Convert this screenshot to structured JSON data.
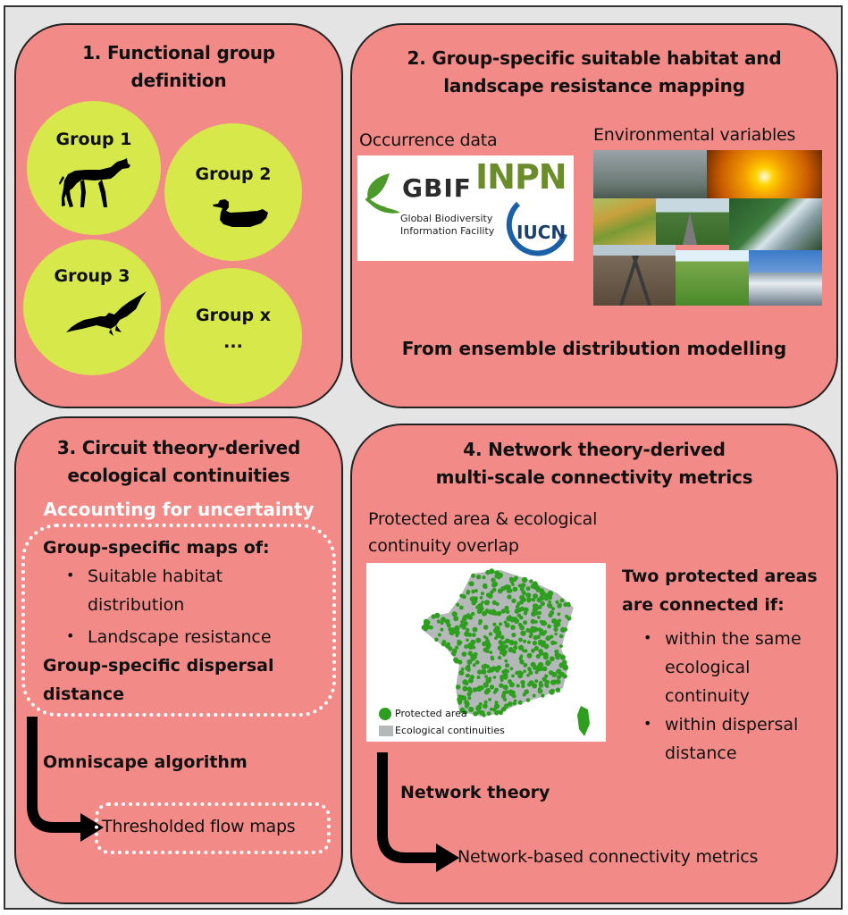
{
  "panel1": {
    "title_line1": "1. Functional group",
    "title_line2": "definition",
    "groups": [
      "Group 1",
      "Group 2",
      "Group 3",
      "Group x"
    ],
    "group_x_ellipsis": "..."
  },
  "panel2": {
    "title_line1": "2. Group-specific suitable habitat and",
    "title_line2": "landscape resistance mapping",
    "occurrence_label": "Occurrence data",
    "env_label": "Environmental variables",
    "logos": {
      "gbif": "GBIF",
      "gbif_sub1": "Global Biodiversity",
      "gbif_sub2": "Information Facility",
      "inpn": "INPN",
      "iucn": "IUCN"
    },
    "footer": "From ensemble distribution modelling"
  },
  "panel3": {
    "title_line1": "3. Circuit theory-derived",
    "title_line2": "ecological continuities",
    "uncertainty": "Accounting for uncertainty",
    "maps_of": "Group-specific maps of:",
    "bullet1_line1": "Suitable habitat",
    "bullet1_line2": "distribution",
    "bullet2": "Landscape resistance",
    "dispersal_line1": "Group-specific dispersal",
    "dispersal_line2": "distance",
    "algorithm": "Omniscape algorithm",
    "output": "Thresholded flow maps"
  },
  "panel4": {
    "title_line1": "4. Network theory-derived",
    "title_line2": "multi-scale connectivity metrics",
    "overlap_line1": "Protected area & ecological",
    "overlap_line2": "continuity overlap",
    "legend_pa": "Protected area",
    "legend_ec": "Ecological continuities",
    "connected_line1": "Two protected areas",
    "connected_line2": "are connected if:",
    "cond1_line1": "within the same",
    "cond1_line2": "ecological",
    "cond1_line3": "continuity",
    "cond2_line1": "within dispersal",
    "cond2_line2": "distance",
    "network_theory": "Network theory",
    "output": "Network-based connectivity metrics"
  },
  "colors": {
    "panel": "#f28b87",
    "group_circle": "#d7e84a",
    "background": "#e4e4e4",
    "protected_area": "#2e9e1f",
    "ecological_continuities": "#b4b8b8"
  },
  "icons": [
    "wolf-silhouette-icon",
    "duck-silhouette-icon",
    "bat-silhouette-icon",
    "arrow-icon"
  ]
}
